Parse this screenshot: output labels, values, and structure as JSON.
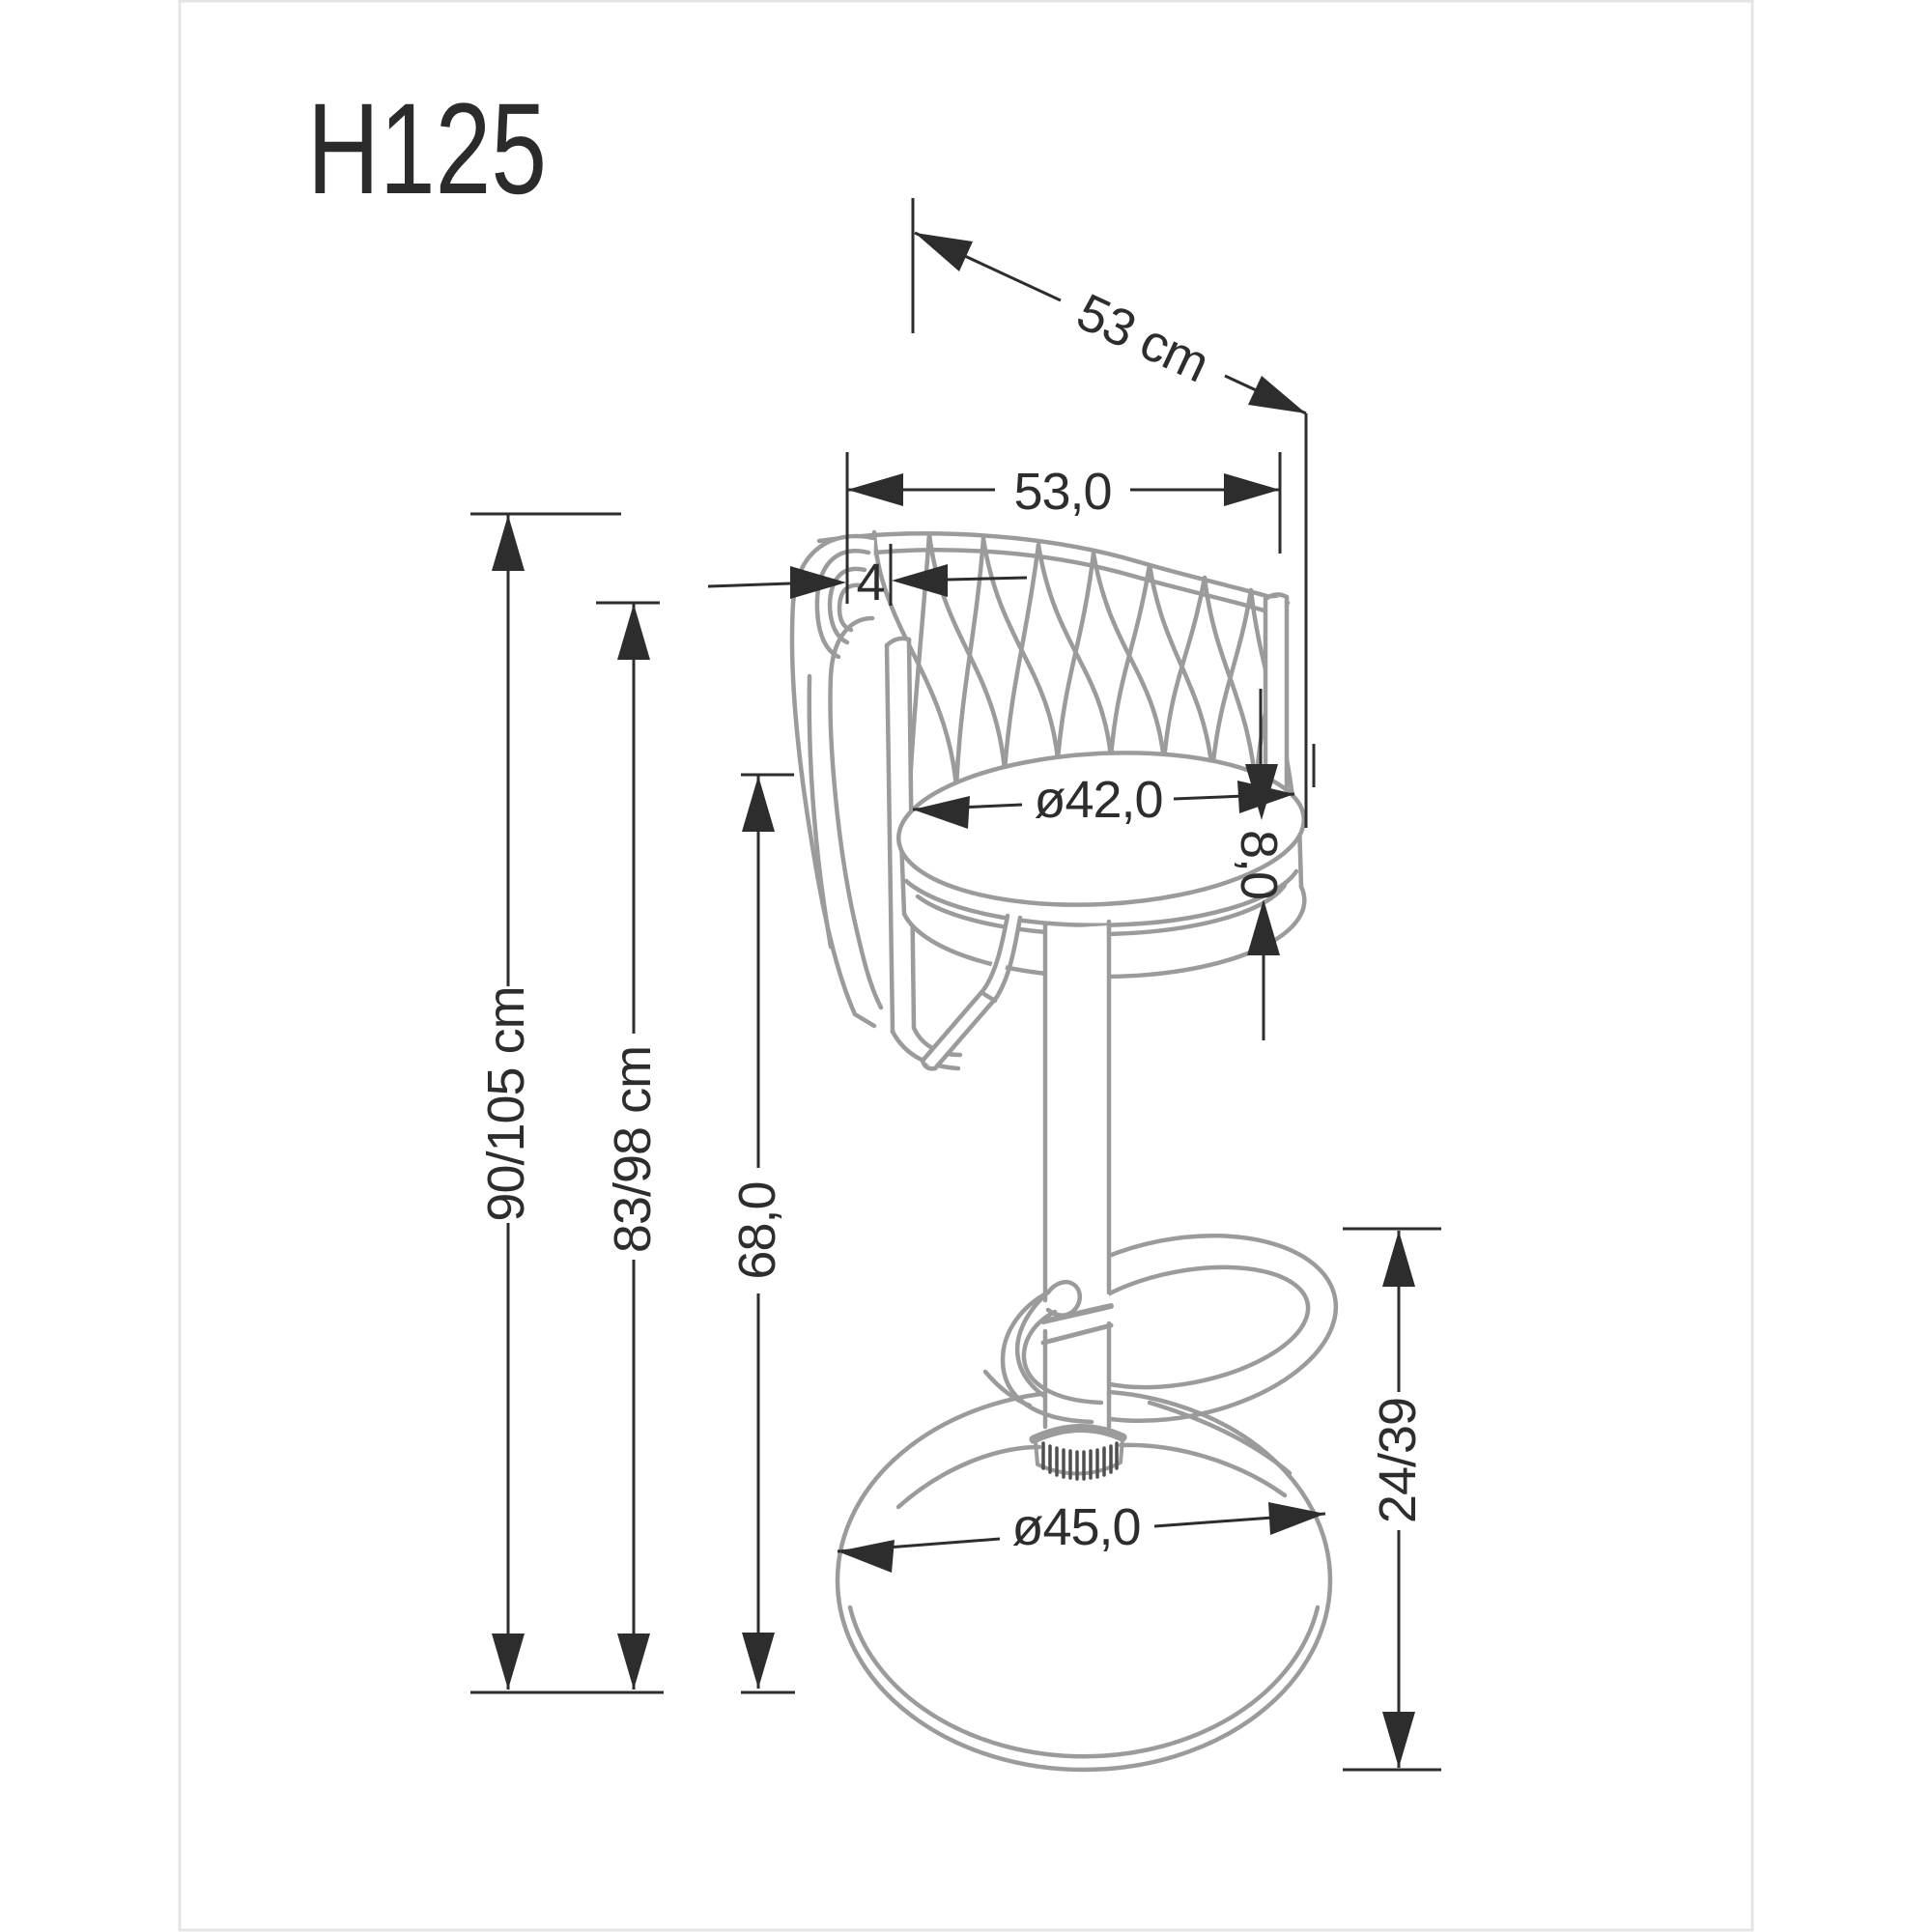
{
  "title": "H125",
  "colors": {
    "dimension_ink": "#2d2d2d",
    "drawing_ink": "#9b9b9b",
    "background": "#ffffff"
  },
  "dimensions": {
    "depth_diagonal": "53 cm",
    "overall_width": "53,0",
    "backrest_frame_thickness": "4",
    "seat_diameter": "ø42,0",
    "seat_thickness": "8,0",
    "total_height": "90/105 cm",
    "backrest_height": "83/98 cm",
    "seat_underside_height": "68,0",
    "footrest_height": "24/39",
    "base_diameter": "ø45,0"
  }
}
